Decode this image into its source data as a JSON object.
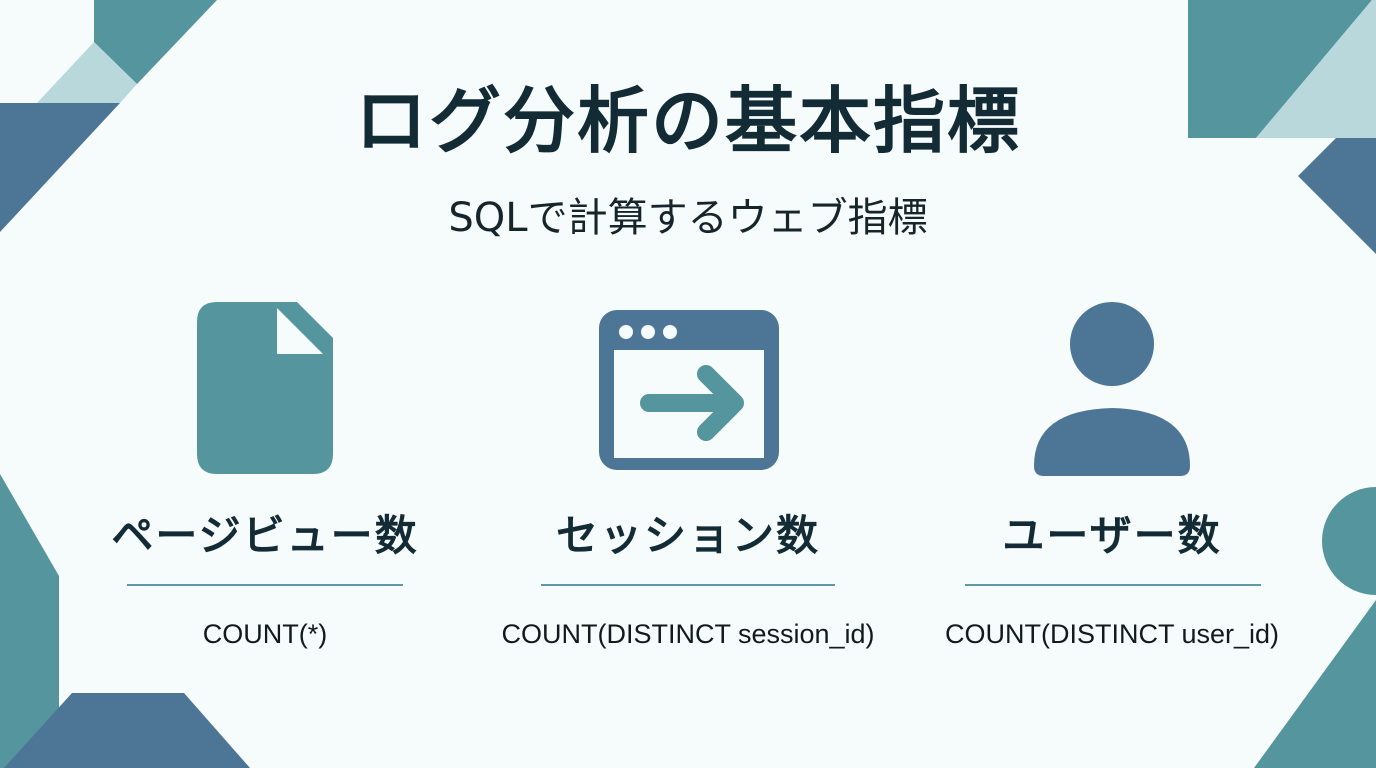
{
  "slide": {
    "title": "ログ分析の基本指標",
    "subtitle": "SQLで計算するウェブ指標"
  },
  "metrics": [
    {
      "icon": "document-icon",
      "label": "ページビュー数",
      "formula": "COUNT(*)"
    },
    {
      "icon": "browser-window-arrow-icon",
      "label": "セッション数",
      "formula": "COUNT(DISTINCT session_id)"
    },
    {
      "icon": "user-icon",
      "label": "ユーザー数",
      "formula": "COUNT(DISTINCT user_id)"
    }
  ],
  "colors": {
    "background": "#f6fbfc",
    "teal": "#54959e",
    "slate_blue": "#4d7596",
    "light_teal": "#b9d8dc",
    "text_dark": "#132b35",
    "rule": "#5e9aa3"
  }
}
